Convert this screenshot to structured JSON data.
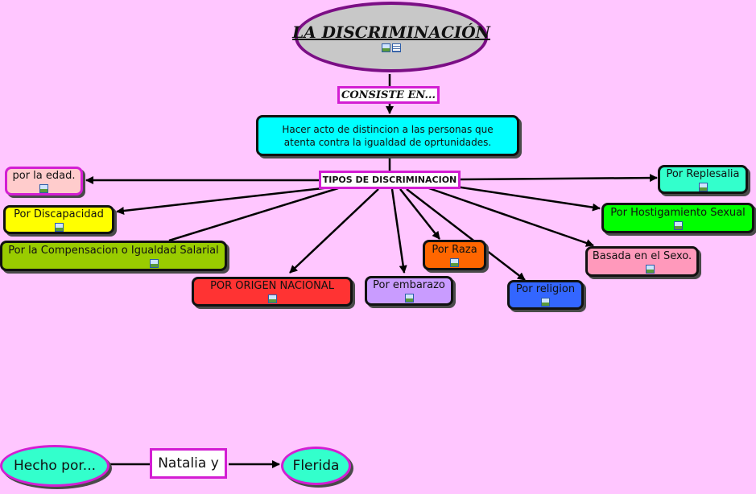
{
  "title": "LA DISCRIMINACIÓN",
  "link1": "CONSISTE EN...",
  "definition": "Hacer acto de distincion a las personas que atenta contra la igualdad de oprtunidades.",
  "types_label": "TIPOS DE DISCRIMINACION",
  "types": {
    "edad": "por la edad.",
    "discapacidad": "Por Discapacidad",
    "compensacion": "Por la Compensacion o Igualdad Salarial",
    "origen": "POR ORIGEN NACIONAL",
    "embarazo": "Por embarazo",
    "raza": "Por Raza",
    "religion": "Por religion",
    "sexo": "Basada en el Sexo.",
    "hostigamiento": "Por Hostigamiento Sexual",
    "represalia": "Por Replesalia"
  },
  "credits": {
    "hecho": "Hecho por...",
    "natalia": "Natalia y",
    "flerida": "Flerida"
  },
  "colors": {
    "background": "#ffc6ff",
    "title_fill": "#c8c8c8",
    "title_border": "#7b0e85",
    "link_border": "#d31ed3",
    "cyan": "#00ffff",
    "yellow": "#ffff00",
    "olive_green": "#99cc00",
    "red": "#ff3333",
    "lavender": "#c99cff",
    "orange": "#ff6600",
    "blue": "#3366ff",
    "pink": "#ff99bb",
    "green": "#00ff00",
    "aquamarine": "#33ffcc",
    "light_pink": "#ffcccc"
  }
}
